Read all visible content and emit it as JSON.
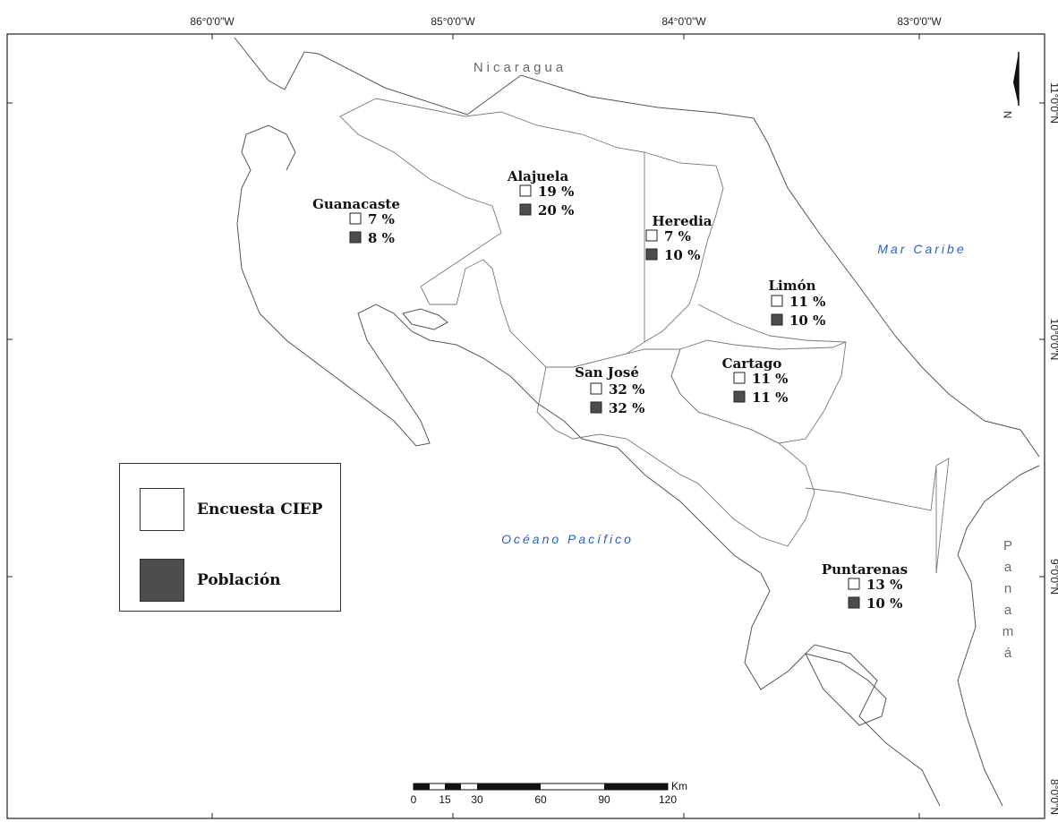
{
  "coordinates": {
    "top": [
      "86°0'0\"W",
      "85°0'0\"W",
      "84°0'0\"W",
      "83°0'0\"W"
    ],
    "right": [
      "11°0'0\"N",
      "10°0'0\"N",
      "9°0'0\"N",
      "8°0'0\"N"
    ]
  },
  "labels": {
    "nicaragua": "Nicaragua",
    "mar_caribe": "Mar Caribe",
    "oceano_pacifico": "Océano Pacífico",
    "panama": [
      "P",
      "a",
      "n",
      "a",
      "m",
      "á"
    ]
  },
  "provinces": [
    {
      "name": "Alajuela",
      "survey": "19 %",
      "population": "20 %"
    },
    {
      "name": "Guanacaste",
      "survey": "7 %",
      "population": "8 %"
    },
    {
      "name": "Heredia",
      "survey": "7 %",
      "population": "10 %"
    },
    {
      "name": "Limón",
      "survey": "11 %",
      "population": "10 %"
    },
    {
      "name": "Cartago",
      "survey": "11 %",
      "population": "11 %"
    },
    {
      "name": "San José",
      "survey": "32 %",
      "population": "32 %"
    },
    {
      "name": "Puntarenas",
      "survey": "13 %",
      "population": "10 %"
    }
  ],
  "legend": {
    "survey_label": "Encuesta CIEP",
    "population_label": "Población"
  },
  "scale_bar": {
    "unit": "Km",
    "ticks": [
      "0",
      "15",
      "30",
      "60",
      "90",
      "120"
    ]
  },
  "north_arrow": "N",
  "colors": {
    "population_fill": "#4d4d4d",
    "sea_label": "#2b5fc6",
    "boundary": "#555555"
  }
}
